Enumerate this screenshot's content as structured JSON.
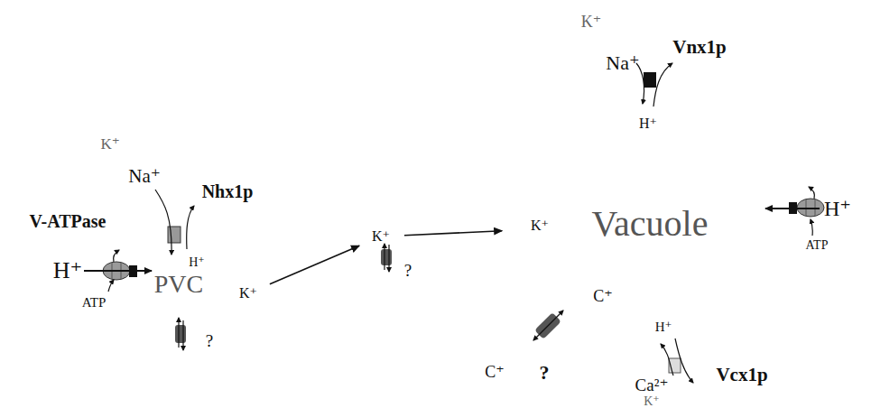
{
  "diagram": {
    "nodes": [
      {
        "text": [
          "PVC"
        ]
      },
      {
        "text": [
          "K⁺"
        ]
      },
      {
        "text": [
          "K⁺"
        ]
      },
      {
        "text": [
          "Vacuole"
        ]
      }
    ],
    "edges": [
      {
        "from": 1,
        "to": 2,
        "arrow": "to"
      },
      {
        "from": 2,
        "to": 3,
        "arrow": "to"
      }
    ],
    "labels": [
      "K⁺",
      "Na⁺",
      "Vnx1p",
      "H⁺",
      "K⁺",
      "Na⁺",
      "Nhx1p",
      "V-ATPase",
      "H⁺",
      "H⁺",
      "ATP",
      "?",
      "?",
      "K⁺",
      "H⁺",
      "ATP",
      "C⁺",
      "C⁺",
      "?",
      "H⁺",
      "Vcx1p",
      "Ca²⁺",
      "K⁺"
    ]
  }
}
